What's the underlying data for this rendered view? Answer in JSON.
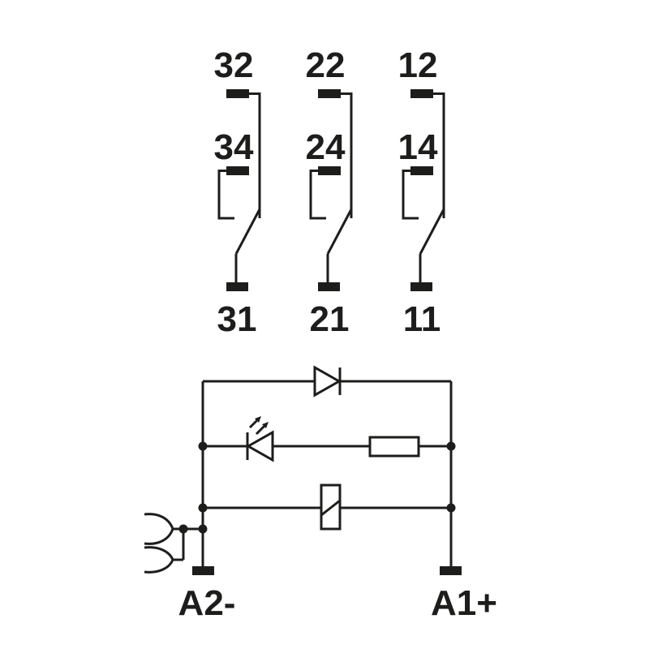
{
  "contacts": [
    {
      "nc": "32",
      "no": "34",
      "common": "31"
    },
    {
      "nc": "22",
      "no": "24",
      "common": "21"
    },
    {
      "nc": "12",
      "no": "14",
      "common": "11"
    }
  ],
  "coil_terminals": {
    "minus": "A2-",
    "plus": "A1+"
  },
  "colors": {
    "line": "#1d1d1b",
    "background": "#ffffff"
  }
}
